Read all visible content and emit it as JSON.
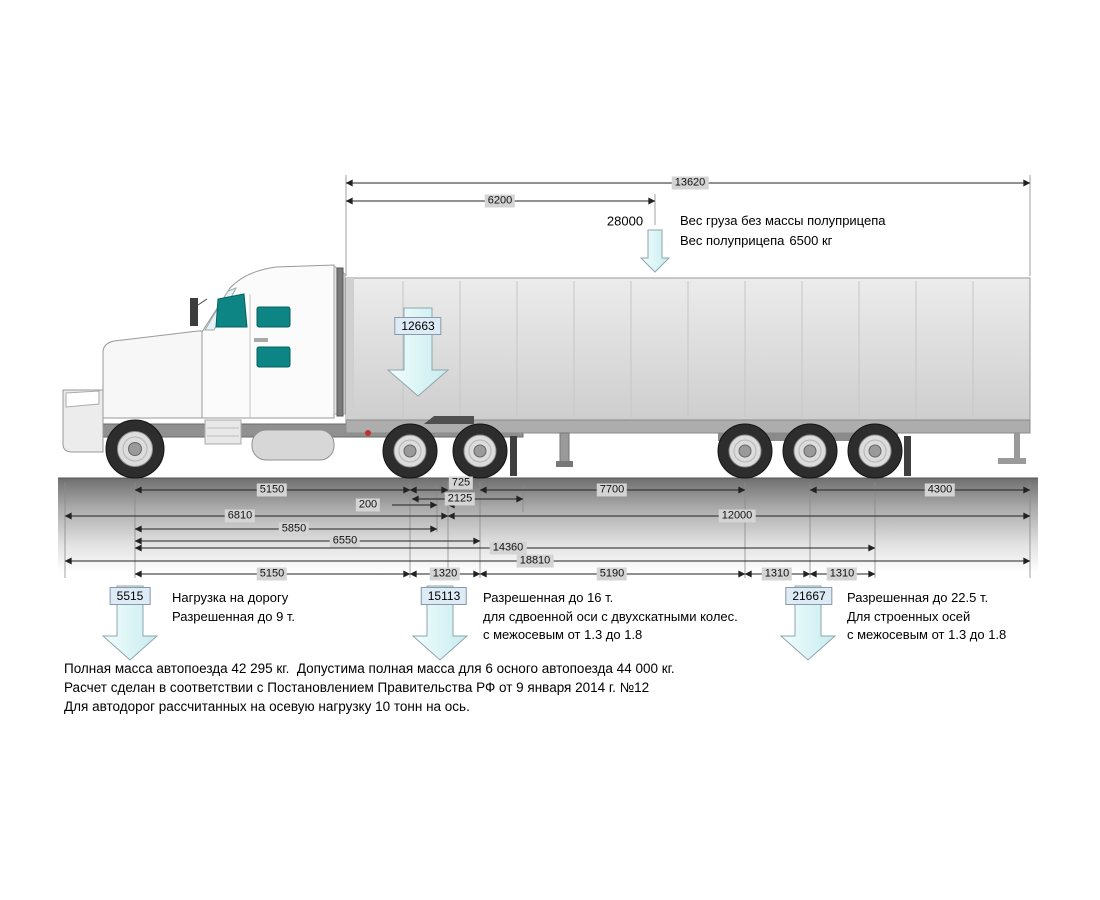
{
  "annotations": {
    "cargo_weight_value": "28000",
    "cargo_weight_label": "Вес груза без массы полуприцепа",
    "trailer_weight_label": "Вес полуприцепа",
    "trailer_weight_value": "6500 кг",
    "kingpin_load_value": "12663"
  },
  "dims": {
    "overall_box": "13620",
    "box_front": "6200",
    "r1_5150": "5150",
    "r1_725": "725",
    "r1_7700": "7700",
    "r1_4300": "4300",
    "r2_2125": "2125",
    "r2_200": "200",
    "r3_6810": "6810",
    "r3_12000": "12000",
    "r4_5850": "5850",
    "r5_6550": "6550",
    "r6_14360": "14360",
    "r7_18810": "18810",
    "r8_5150": "5150",
    "r8_1320": "1320",
    "r8_5190": "5190",
    "r8_1310a": "1310",
    "r8_1310b": "1310"
  },
  "axle_loads": [
    {
      "value": "5515",
      "lines": [
        "Нагрузка на дорогу",
        "Разрешенная до 9 т."
      ]
    },
    {
      "value": "15113",
      "lines": [
        "Разрешенная до 16 т.",
        "для сдвоенной оси с двухскатными колес.",
        "с межосевым от 1.3 до 1.8"
      ]
    },
    {
      "value": "21667",
      "lines": [
        "Разрешенная до 22.5 т.",
        "Для строенных осей",
        "с межосевым от 1.3 до 1.8"
      ]
    }
  ],
  "footer": {
    "line1": "Полная масса автопоезда 42 295 кг.  Допустима полная масса для 6 осного автопоезда 44 000 кг.",
    "line2": "Расчет сделан в соответствии с Постановлением Правительства РФ от 9 января 2014 г. №12",
    "line3": "Для автодорог рассчитанных на осевую нагрузку 10 тонн на ось."
  },
  "colors": {
    "dim_label_bg": "#d4d4d4",
    "value_box_bg": "#dcebf5",
    "arrow_fill_light": "#f2fdfd",
    "arrow_fill_dark": "#c7ecef",
    "window_teal": "#0e8585"
  }
}
